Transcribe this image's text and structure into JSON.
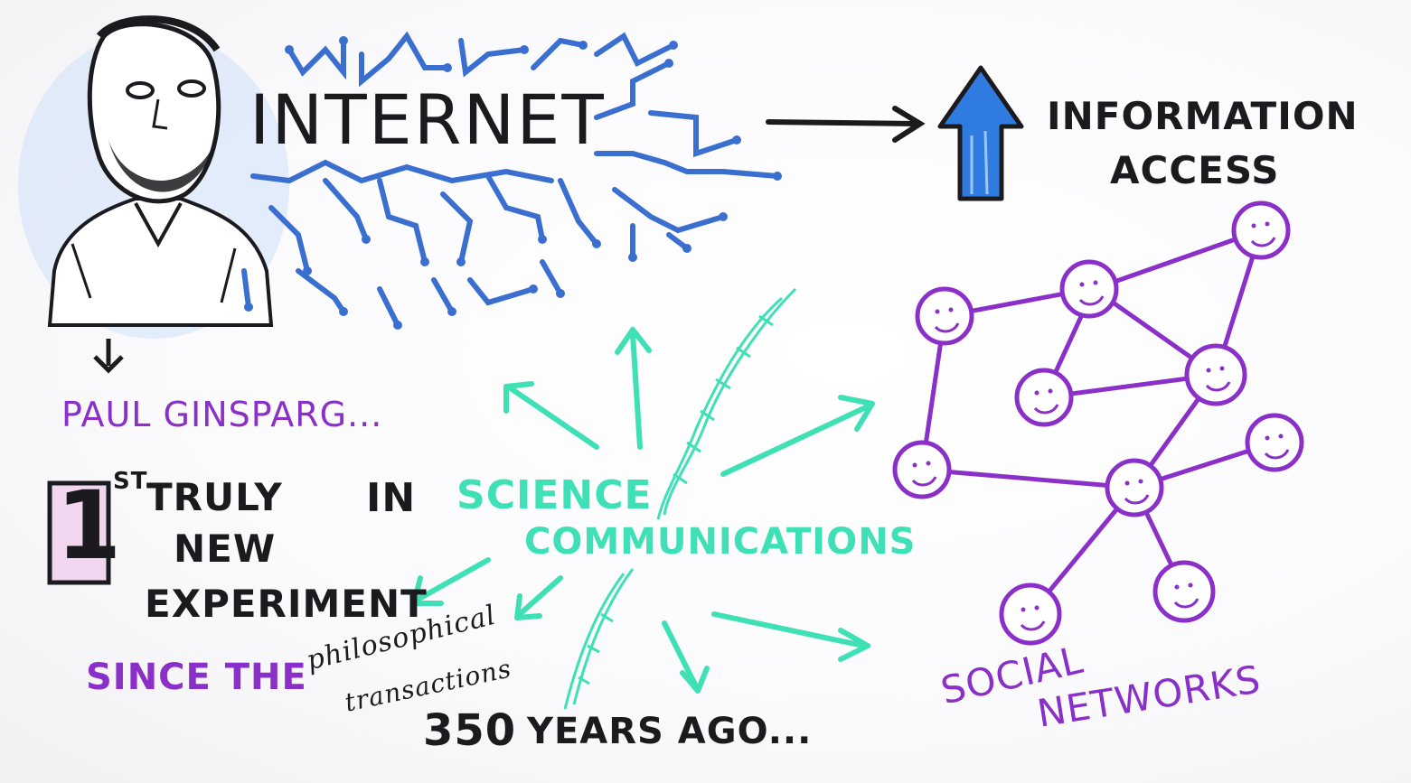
{
  "colors": {
    "ink": "#1b1b1f",
    "blue": "#3a6fd0",
    "teal": "#3fe0b6",
    "purple": "#8a2fc8",
    "arrow_blue": "#2f7be0"
  },
  "labels": {
    "internet": "INTERNET",
    "info_line1": "INFORMATION",
    "info_line2": "ACCESS",
    "paul": "PAUL GINSPARG...",
    "first_num": "1",
    "first_sup": "ST",
    "truly": "TRULY",
    "new": "NEW",
    "experiment": "EXPERIMENT",
    "in": "IN",
    "science": "SCIENCE",
    "communications": "COMMUNICATIONS",
    "since_the": "SINCE THE",
    "philosophical": "philosophical",
    "transactions": "transactions",
    "years_num": "350",
    "years_ago": "YEARS AGO...",
    "social": "SOCIAL",
    "networks": "NETWORKS"
  },
  "icons": {
    "portrait": "bearded-man-portrait",
    "network": "circuit-network",
    "up_arrow": "up-arrow",
    "faces": "smiley-face"
  }
}
